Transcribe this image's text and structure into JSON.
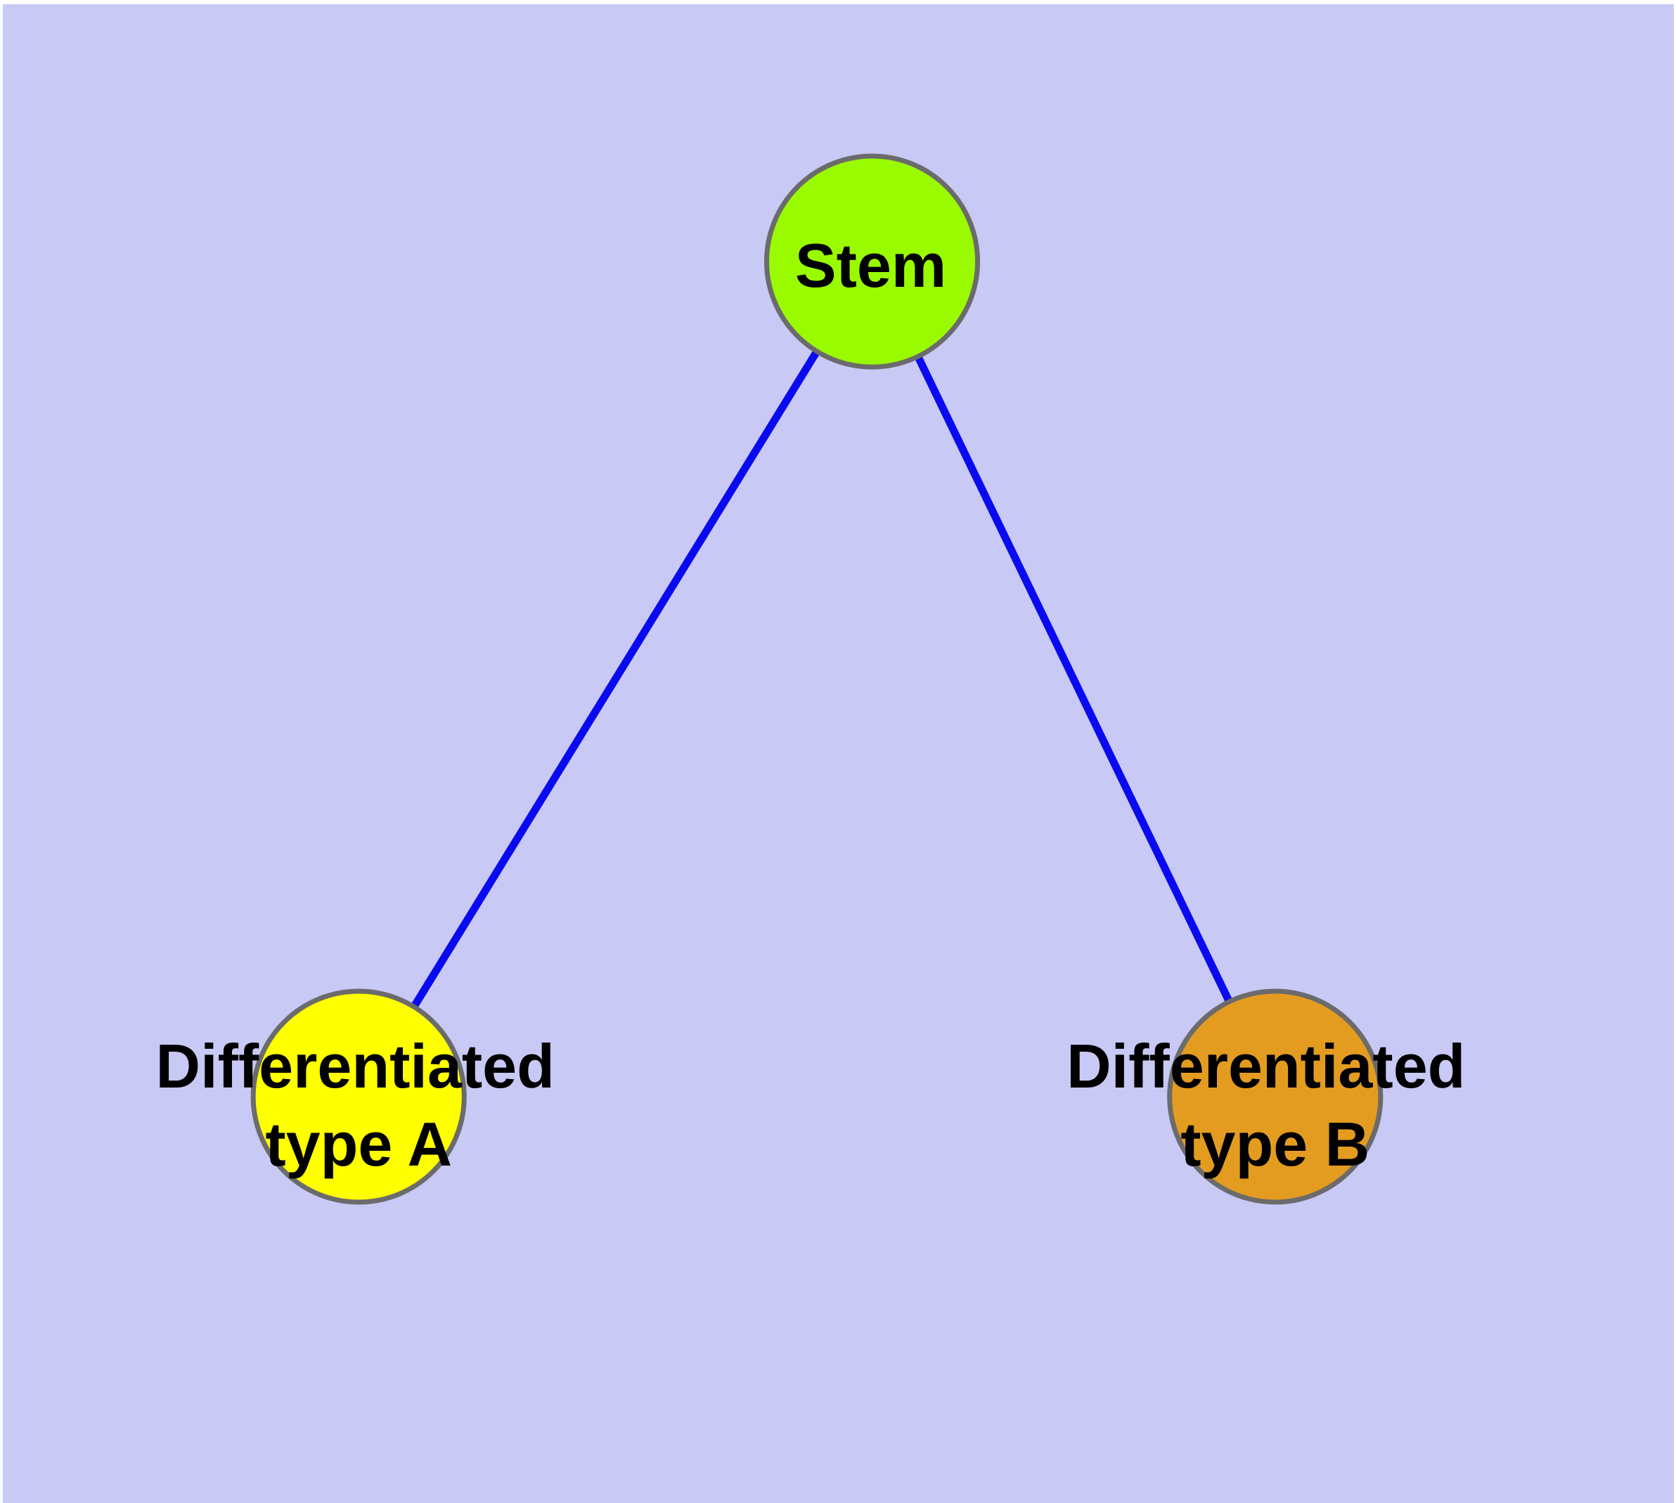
{
  "diagram": {
    "background_color": "#C9C9F6",
    "edge_color": "#0A0AF0",
    "node_border_color": "#6B6B6B",
    "label_color": "#000000",
    "nodes": [
      {
        "id": "stem",
        "label": "Stem",
        "label_lines": [
          "Stem"
        ],
        "fill": "#9AFB00"
      },
      {
        "id": "differentiated-type-a",
        "label": "Differentiated type A",
        "label_lines": [
          "Differentiated",
          "type A"
        ],
        "fill": "#FFFF00"
      },
      {
        "id": "differentiated-type-b",
        "label": "Differentiated type B",
        "label_lines": [
          "Differentiated",
          "type B"
        ],
        "fill": "#E49C20"
      }
    ],
    "edges": [
      {
        "from": "Stem",
        "to": "Differentiated type A"
      },
      {
        "from": "Stem",
        "to": "Differentiated type B"
      }
    ]
  }
}
